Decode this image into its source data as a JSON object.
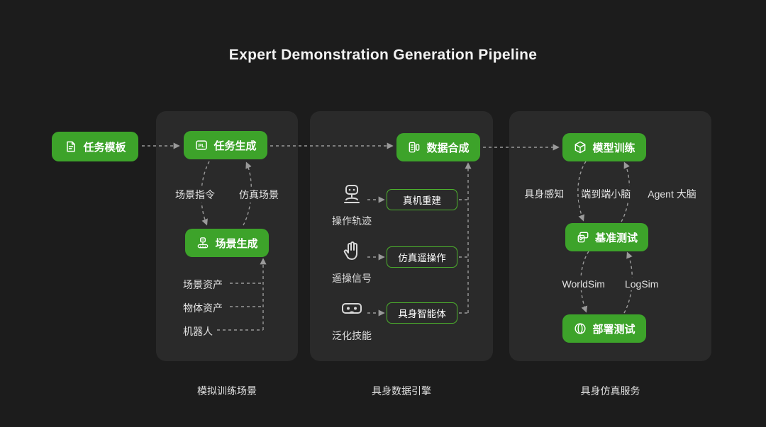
{
  "title": "Expert Demonstration Generation Pipeline",
  "colors": {
    "background": "#1c1c1c",
    "panel": "#2a2a2a",
    "accent_green": "#3da32a",
    "outline_green": "#4db32d",
    "text": "#e3e3e3",
    "connector": "#9a9a9a"
  },
  "start_node": {
    "label": "任务模板",
    "icon": "task-template-icon"
  },
  "panels": [
    {
      "caption": "模拟训练场景",
      "task_generation": {
        "label": "任务生成",
        "icon": "pl-tag-icon",
        "icon_text": "PL"
      },
      "loop_labels": {
        "down": "场景指令",
        "up": "仿真场景"
      },
      "scene_generation": {
        "label": "场景生成",
        "icon": "scene-generation-icon"
      },
      "assets": [
        "场景资产",
        "物体资产",
        "机器人"
      ]
    },
    {
      "caption": "具身数据引擎",
      "data_synthesis": {
        "label": "数据合成",
        "icon": "data-synthesis-icon"
      },
      "rows": [
        {
          "icon": "robot-icon",
          "source_label": "操作轨迹",
          "target_label": "真机重建"
        },
        {
          "icon": "glove-icon",
          "source_label": "遥操信号",
          "target_label": "仿真遥操作"
        },
        {
          "icon": "vr-headset-icon",
          "source_label": "泛化技能",
          "target_label": "具身智能体"
        }
      ]
    },
    {
      "caption": "具身仿真服务",
      "model_training": {
        "label": "模型训练",
        "icon": "cube-icon"
      },
      "brain_labels": [
        "具身感知",
        "端到端小脑",
        "Agent 大脑"
      ],
      "benchmark_testing": {
        "label": "基准测试",
        "icon": "benchmark-icon"
      },
      "sim_labels": [
        "WorldSim",
        "LogSim"
      ],
      "deployment_testing": {
        "label": "部署测试",
        "icon": "deploy-icon"
      }
    }
  ]
}
